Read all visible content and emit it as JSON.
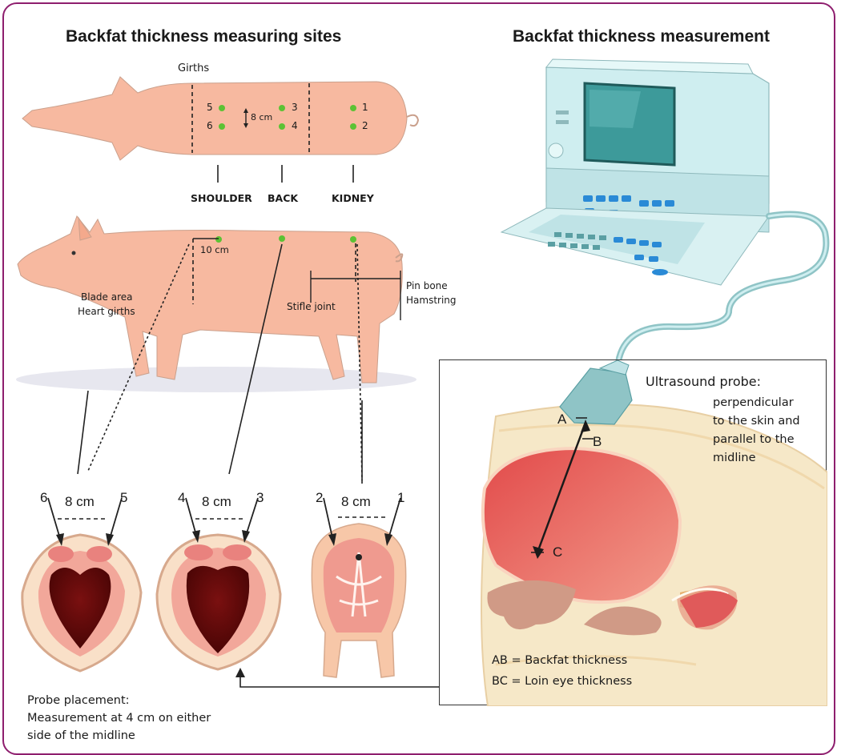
{
  "titles": {
    "left": "Backfat thickness measuring sites",
    "right": "Backfat thickness measurement"
  },
  "top_pig": {
    "girths_label": "Girths",
    "points": [
      "5",
      "6",
      "3",
      "4",
      "1",
      "2"
    ],
    "distance_label": "8 cm"
  },
  "sites": [
    "SHOULDER",
    "BACK",
    "KIDNEY"
  ],
  "side_pig": {
    "distance_label": "10 cm",
    "blade_label": "Blade area",
    "heart_label": "Heart girths",
    "stifle_label": "Stifle joint",
    "pin_label": "Pin bone",
    "ham_label": "Hamstring"
  },
  "cross_sections": [
    {
      "left": "6",
      "right": "5",
      "distance": "8 cm"
    },
    {
      "left": "4",
      "right": "3",
      "distance": "8 cm"
    },
    {
      "left": "2",
      "right": "1",
      "distance": "8 cm"
    }
  ],
  "probe_note": {
    "line1": "Probe placement:",
    "line2": "Measurement at 4 cm on either",
    "line3": "side of the midline"
  },
  "ultrasound": {
    "probe_title": "Ultrasound probe:",
    "probe_desc_1": "perpendicular",
    "probe_desc_2": "to the skin and",
    "probe_desc_3": "parallel to the",
    "probe_desc_4": "midline",
    "point_a": "A",
    "point_b": "B",
    "point_c": "C",
    "ab_def": "AB = Backfat thickness",
    "bc_def": "BC = Loin eye thickness"
  },
  "colors": {
    "frame": "#8e1e6e",
    "pig_skin": "#f7b9a0",
    "green_dot": "#5cc234",
    "machine": "#bfe3e6",
    "screen": "#3d9a9a",
    "keys": "#2a8ad6",
    "loin": "#d94a4a",
    "fat": "#f6e8c8"
  }
}
